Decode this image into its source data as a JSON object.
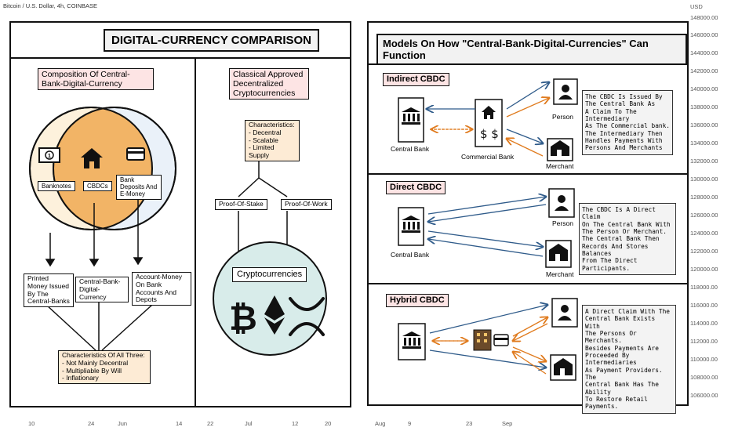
{
  "header": {
    "title": "Bitcoin / U.S. Dollar, 4h, COINBASE"
  },
  "price_axis": {
    "currency": "USD",
    "ticks": [
      "148000.00",
      "146000.00",
      "144000.00",
      "142000.00",
      "140000.00",
      "138000.00",
      "136000.00",
      "134000.00",
      "132000.00",
      "130000.00",
      "128000.00",
      "126000.00",
      "124000.00",
      "122000.00",
      "120000.00",
      "118000.00",
      "116000.00",
      "114000.00",
      "112000.00",
      "110000.00",
      "108000.00",
      "106000.00"
    ]
  },
  "time_axis": {
    "ticks": [
      "10",
      "24",
      "Jun",
      "14",
      "22",
      "Jul",
      "12",
      "20",
      "Aug",
      "9",
      "23",
      "Sep"
    ]
  },
  "left": {
    "title": "DIGITAL-CURRENCY COMPARISON",
    "composition_title": "Composition Of Central-Bank-Digital-Currency",
    "venn": {
      "banknotes": "Banknotes",
      "cbdcs": "CBDCs",
      "deposits": "Bank Deposits And E-Money"
    },
    "printed": "Printed Money Issued By The Central-Banks",
    "cbdc_box": "Central-Bank-Digital-Currency",
    "account": "Account-Money On Bank Accounts And Depots",
    "all_three_title": "Characteristics Of All Three:",
    "all_three": [
      "- Not Mainly Decentral",
      "- Multipliable By Will",
      "- Inflationary"
    ],
    "classical_title": "Classical Approved Decentralized Cryptocurrencies",
    "char_title": "Characteristics:",
    "chars": [
      "- Decentral",
      "- Scalable",
      "- Limited Supply"
    ],
    "pos": "Proof-Of-Stake",
    "pow": "Proof-Of-Work",
    "crypto": "Cryptocurrencies"
  },
  "right": {
    "title": "Models On How \"Central-Bank-Digital-Currencies\" Can Function",
    "indirect": {
      "title": "Indirect CBDC",
      "central": "Central Bank",
      "commercial": "Commercial Bank",
      "person": "Person",
      "merchant": "Merchant",
      "desc": [
        "The CBDC Is Issued By",
        "The Central Bank As",
        "A Claim To The Intermediary",
        "As The Commercial bank.",
        "The Intermediary Then",
        "Handles Payments With",
        "Persons And Merchants"
      ]
    },
    "direct": {
      "title": "Direct CBDC",
      "central": "Central Bank",
      "person": "Person",
      "merchant": "Merchant",
      "desc": [
        "The CBDC Is A Direct Claim",
        "On The Central Bank With",
        "The Person Or Merchant.",
        "The Central Bank Then",
        "Records And Stores Balances",
        "From The Direct Participants."
      ]
    },
    "hybrid": {
      "title": "Hybrid CBDC",
      "desc": [
        "A Direct Claim With The",
        "Central Bank Exists With",
        "The Persons Or Merchants.",
        "Besides Payments Are",
        "Proceeded By Intermediaries",
        "As Payment Providers. The",
        "Central Bank Has The Ability",
        "To Restore Retail Payments."
      ]
    }
  },
  "colors": {
    "blue": "#2f5b8a",
    "orange": "#e07b1e",
    "bitcoin_circle": "#d8ecea",
    "venn_left": "#fdf1dc",
    "venn_right": "#e6eef8",
    "venn_mid": "#f2b466"
  }
}
